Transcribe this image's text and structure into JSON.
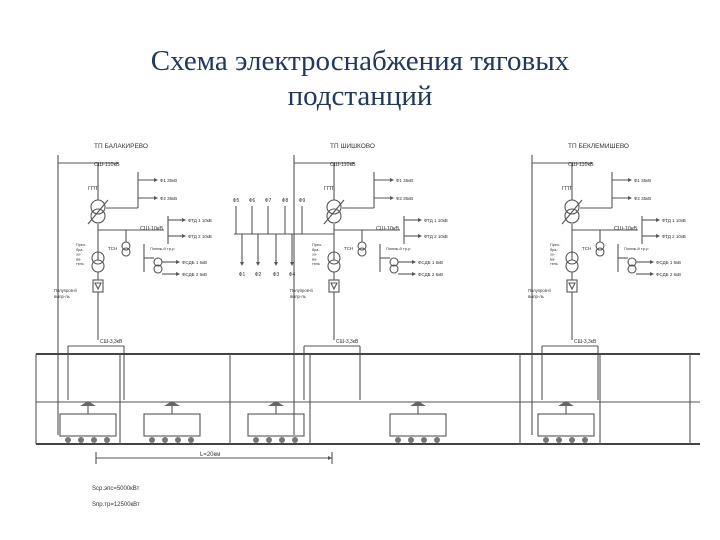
{
  "slide": {
    "title_line1": "Схема  электроснабжения тяговых",
    "title_line2": "подстанций"
  },
  "substations": [
    {
      "name": "ТП БАЛАКИРЕВО",
      "bus110": "СШ-110кВ",
      "transformer": "ГПТ",
      "feeder_35a": "Ф1 35кВ",
      "feeder_35b": "Ф2 35кВ",
      "bus10": "СШ-10кВ",
      "feeder_10a": "ФТД 1 10кВ",
      "feeder_10b": "ФТД 2 10кВ",
      "tsn": "ТСН",
      "converter": "Прео-бра-зо-ва-тель",
      "lowering": "Пониж-й тр-р",
      "feeder_6a": "ФСДБ 1 6кВ",
      "feeder_6b": "ФСДБ 2 6кВ",
      "rectifier": "Полупров-й выпр-ль",
      "bus33": "СШ-3,3кВ"
    },
    {
      "name": "ТП ШИШКОВО",
      "bus110": "СШ-110кВ",
      "transformer": "ГПТ",
      "feeder_35a": "Ф1 35кВ",
      "feeder_35b": "Ф2 35кВ",
      "bus10": "СШ-10кВ",
      "feeder_10a": "ФТД 1 10кВ",
      "feeder_10b": "ФТД 2 10кВ",
      "tsn": "ТСН",
      "converter": "Прео-бра-зо-ва-тель",
      "lowering": "Пониж-й тр-р",
      "feeder_6a": "ФСДБ 1 6кВ",
      "feeder_6b": "ФСДБ 2 6кВ",
      "rectifier": "Полупров-й выпр-ль",
      "bus33": "СШ-3,3кВ"
    },
    {
      "name": "ТП БЕКЛЕМИШЕВО",
      "bus110": "СШ-110кВ",
      "transformer": "ГПТ",
      "feeder_35a": "Ф1 35кВ",
      "feeder_35b": "Ф2 35кВ",
      "bus10": "СШ-10кВ",
      "feeder_10a": "ФТД 1 10кВ",
      "feeder_10b": "ФТД 2 10кВ",
      "tsn": "ТСН",
      "converter": "Прео-бра-зо-ва-тель",
      "lowering": "Пониж-й тр-р",
      "feeder_6a": "ФСДБ 1 6кВ",
      "feeder_6b": "ФСДБ 2 6кВ",
      "rectifier": "Полупров-й выпр-ль",
      "bus33": "СШ-3,3кВ"
    }
  ],
  "distribution": {
    "top_labels": [
      "Ф5",
      "Ф6",
      "Ф7",
      "Ф8",
      "Ф9"
    ],
    "bottom_labels": [
      "Ф1",
      "Ф2",
      "Ф3",
      "Ф4"
    ]
  },
  "distance_label": "L=20км",
  "notes": {
    "line1": "Sср.эпс=5000кВт",
    "line2": "Sпр.тр=12500кВт"
  }
}
